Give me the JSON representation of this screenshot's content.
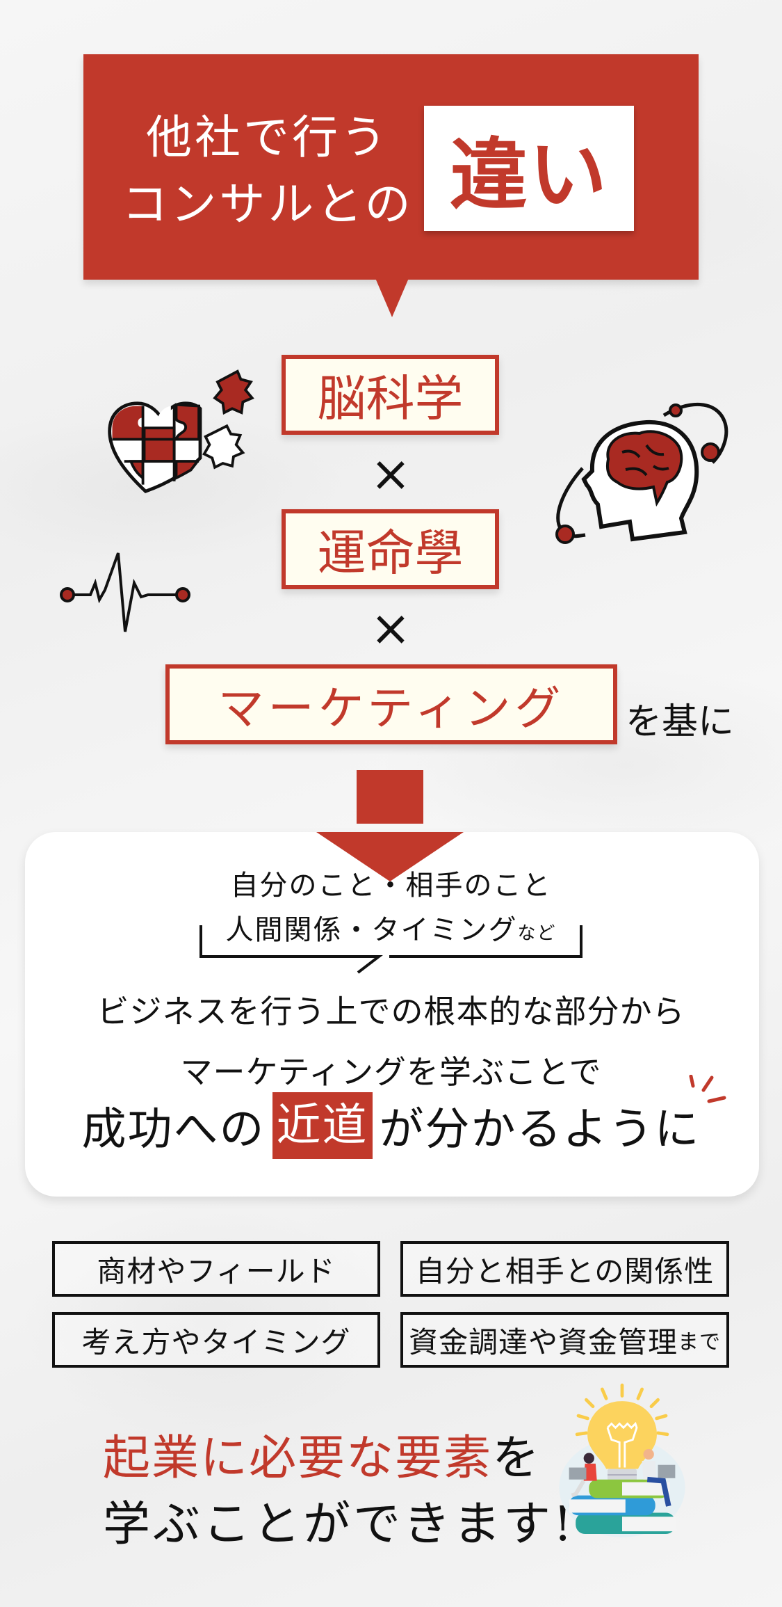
{
  "header": {
    "line1": "他社で行う",
    "line2": "コンサルとの",
    "highlight": "違い"
  },
  "formula": {
    "items": [
      "脳科学",
      "運命學",
      "マーケティング"
    ],
    "operator": "×",
    "suffix": "を基に"
  },
  "card": {
    "line1": "自分のこと・相手のこと",
    "line2_main": "人間関係・タイミング",
    "line2_small": "など",
    "line3": "ビジネスを行う上での根本的な部分から",
    "line4": "マーケティングを学ぶことで",
    "line5_before": "成功への",
    "line5_highlight": "近道",
    "line5_after": "が分かるように"
  },
  "features": [
    {
      "label": "商材やフィールド",
      "small": ""
    },
    {
      "label": "自分と相手との関係性",
      "small": ""
    },
    {
      "label": "考え方やタイミング",
      "small": ""
    },
    {
      "label": "資金調達や資金管理",
      "small": "まで"
    }
  ],
  "closing": {
    "red_part": "起業に必要な要素",
    "black_part": "を",
    "line2": "学ぶことができます!"
  },
  "colors": {
    "accent": "#c1392b",
    "cream": "#fffdf0",
    "text": "#111111"
  },
  "icons": [
    "puzzle-heart-icon",
    "brain-head-icon",
    "heartbeat-icon",
    "down-arrow-icon",
    "sparkle-icon",
    "lightbulb-books-illustration"
  ]
}
